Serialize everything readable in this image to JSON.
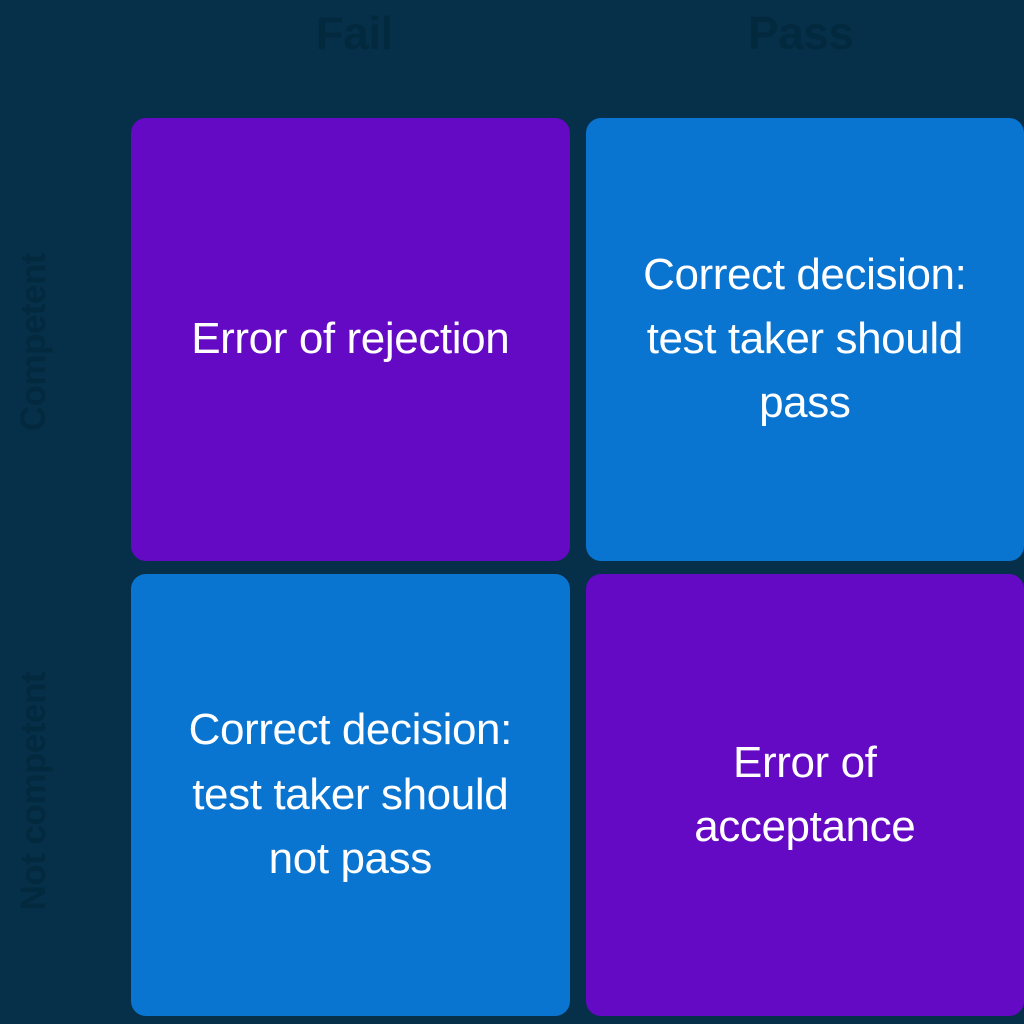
{
  "background_color": "#063049",
  "colors": {
    "background": "#063049",
    "purple": "#6409c4",
    "blue": "#0a74d1",
    "axis_label": "#03293e",
    "cell_text": "#ffffff"
  },
  "columns": {
    "header_0": "Fail",
    "header_1": "Pass"
  },
  "rows": {
    "label_0": "Competent",
    "label_1": "Not competent"
  },
  "quadrants": {
    "top_left": {
      "text": "Error of rejection",
      "color": "#6409c4",
      "row": "Competent",
      "column": "Fail"
    },
    "top_right": {
      "text": "Correct decision: test taker should pass",
      "color": "#0a74d1",
      "row": "Competent",
      "column": "Pass"
    },
    "bottom_left": {
      "text": "Correct decision: test taker should not pass",
      "color": "#0a74d1",
      "row": "Not competent",
      "column": "Fail"
    },
    "bottom_right": {
      "text": "Error of acceptance",
      "color": "#6409c4",
      "row": "Not competent",
      "column": "Pass"
    }
  }
}
